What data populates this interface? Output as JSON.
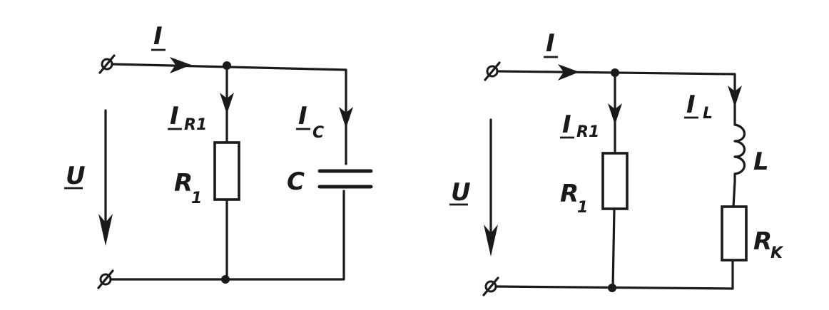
{
  "left_circuit": {
    "current_total": "I",
    "current_r1_main": "I",
    "current_r1_sub": "R1",
    "current_c_main": "I",
    "current_c_sub": "C",
    "voltage": "U",
    "resistor_main": "R",
    "resistor_sub": "1",
    "capacitor": "C"
  },
  "right_circuit": {
    "current_total": "I",
    "current_r1_main": "I",
    "current_r1_sub": "R1",
    "current_l_main": "I",
    "current_l_sub": "L",
    "voltage": "U",
    "resistor_main": "R",
    "resistor_sub": "1",
    "inductor": "L",
    "resistor_k_main": "R",
    "resistor_k_sub": "K"
  }
}
